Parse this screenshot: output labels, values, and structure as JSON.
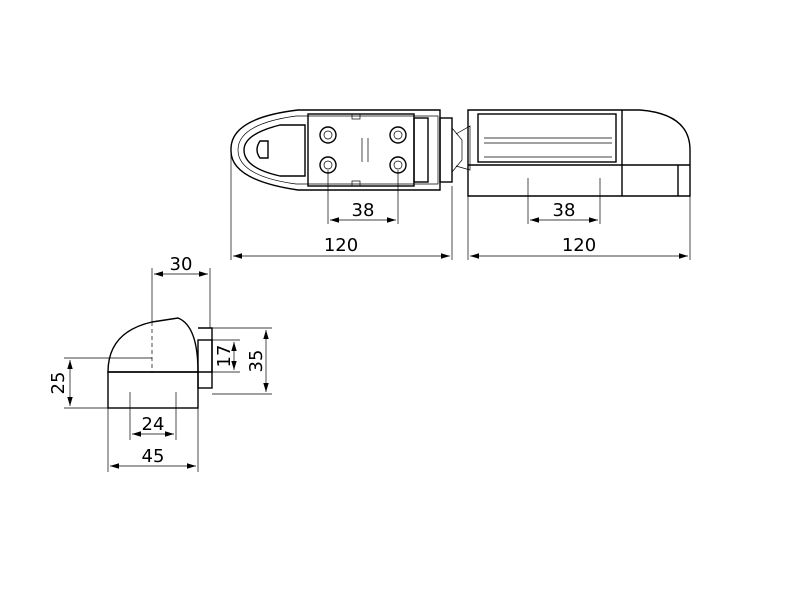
{
  "dimensions": {
    "top_left_hole_spacing": "38",
    "top_right_hole_spacing": "38",
    "top_left_length": "120",
    "top_right_length": "120",
    "side_top_width": "30",
    "side_left_height": "25",
    "side_right_inner_height": "17",
    "side_right_outer_height": "35",
    "side_bottom_inner_width": "24",
    "side_bottom_outer_width": "45"
  }
}
